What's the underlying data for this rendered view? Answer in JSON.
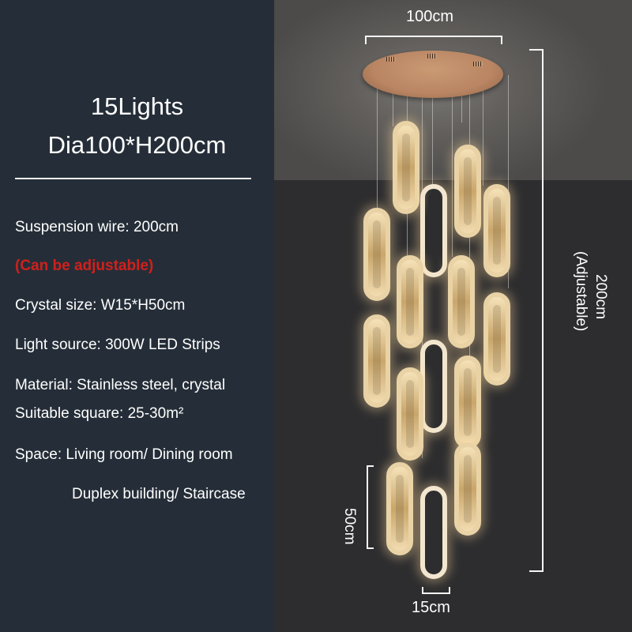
{
  "heading": {
    "line1": "15Lights",
    "line2": "Dia100*H200cm"
  },
  "specs": [
    {
      "text": "Suspension wire: 200cm"
    },
    {
      "text": "(Can be adjustable)"
    },
    {
      "text": "Crystal size: W15*H50cm"
    },
    {
      "text": "Light source:  300W LED Strips"
    },
    {
      "text": "Material: Stainless steel, crystal"
    },
    {
      "text": "Suitable square: 25-30m²"
    },
    {
      "text": "Space: Living room/ Dining room"
    },
    {
      "text": "Duplex building/ Staircase"
    }
  ],
  "dimensions": {
    "width_label": "100cm",
    "height_label": "200cm",
    "height_note": "(Adjustable)",
    "crystal_height_label": "50cm",
    "crystal_width_label": "15cm"
  },
  "colors": {
    "panel_bg": "#252e38",
    "accent_red": "#d0201c",
    "text": "#ffffff",
    "canopy_gold": "#b98563"
  }
}
